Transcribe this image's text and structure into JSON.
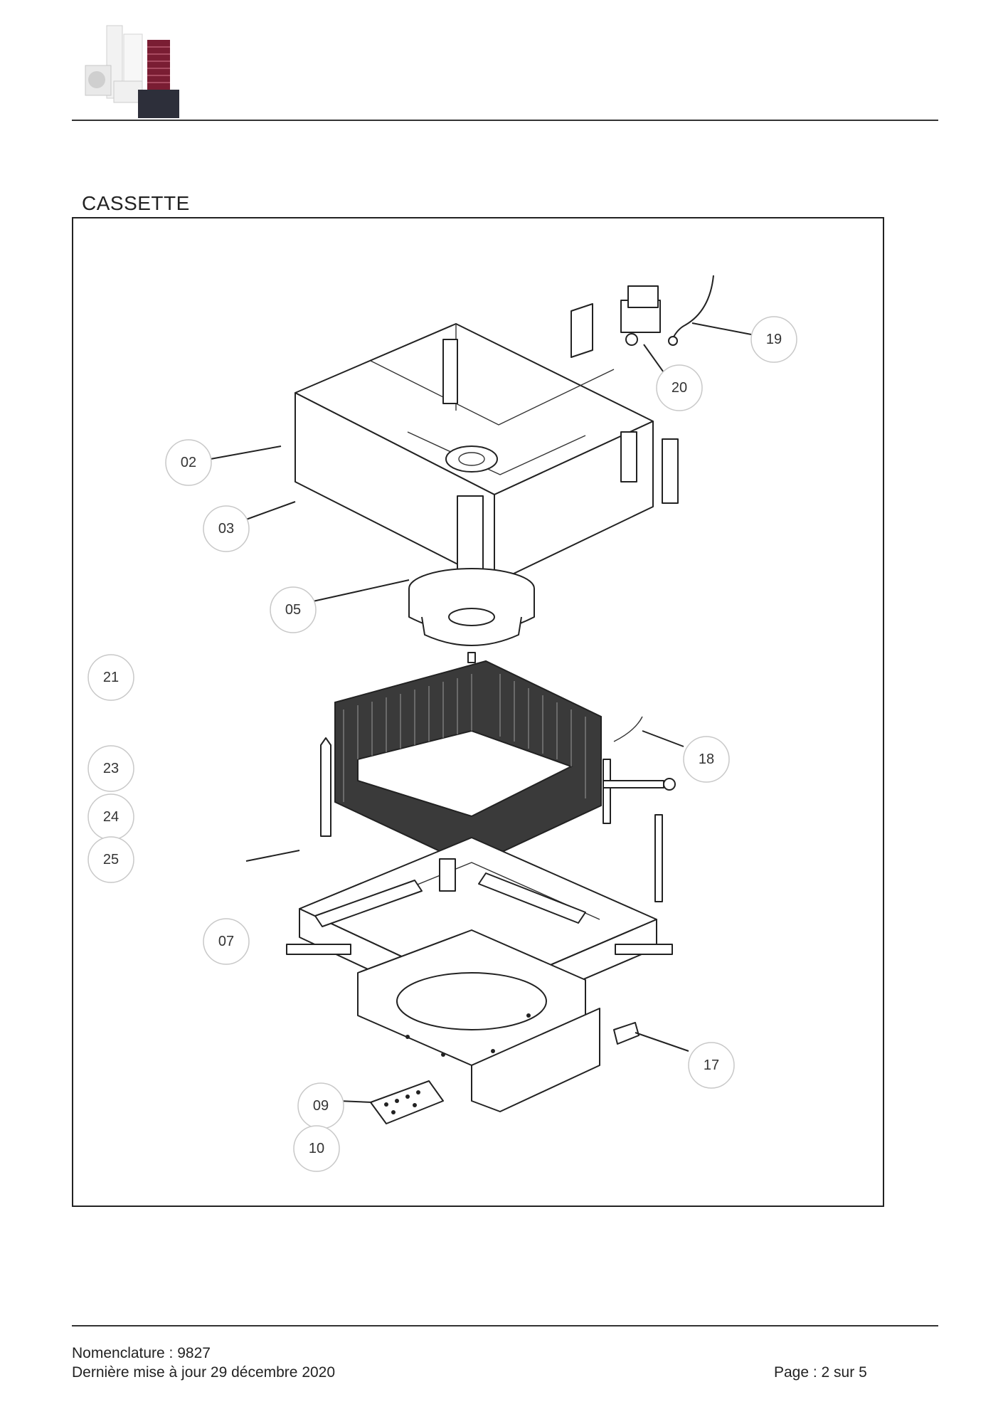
{
  "header": {
    "logo_icon": "product-range-photo-icon"
  },
  "section": {
    "title": "CASSETTE"
  },
  "diagram": {
    "callouts": [
      "19",
      "20",
      "02",
      "03",
      "05",
      "21",
      "23",
      "24",
      "25",
      "18",
      "07",
      "17",
      "09",
      "10"
    ]
  },
  "footer": {
    "nomenclature": "Nomenclature : 9827",
    "last_update": "Dernière mise à jour 29 décembre 2020",
    "page": "Page : 2 sur 5"
  }
}
